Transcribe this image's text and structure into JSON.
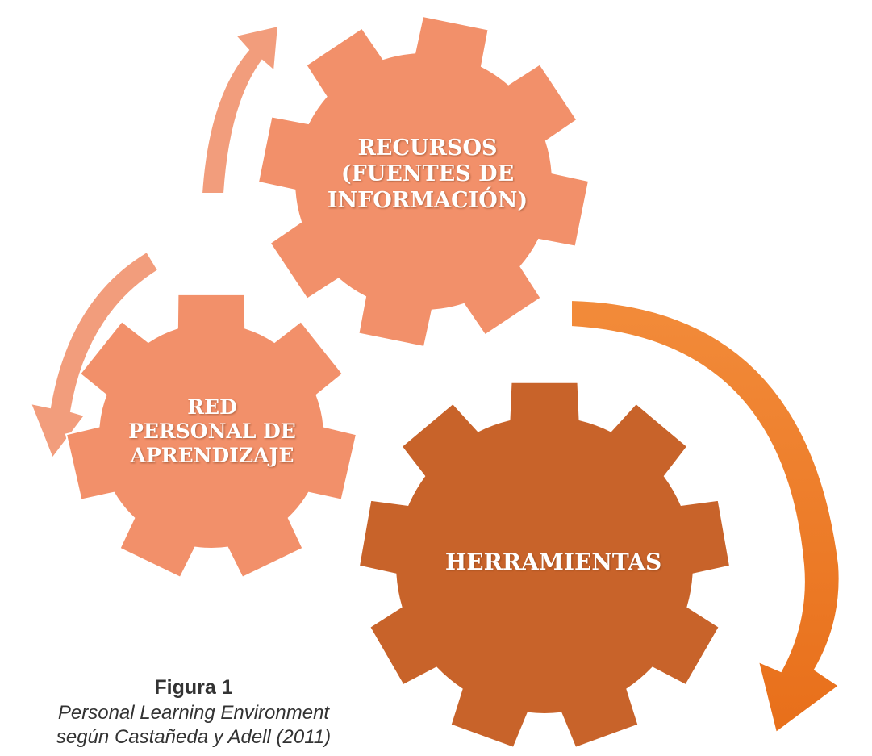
{
  "colors": {
    "light_gear": "#F2906A",
    "dark_gear": "#C8632A",
    "light_arrow": "#F29D7C",
    "orange_arrow": "#EE7A24",
    "label_text": "#FFFFFF",
    "caption_text": "#333333"
  },
  "gears": {
    "recursos": {
      "lines": [
        "RECURSOS",
        "(FUENTES DE",
        "INFORMACIÓN)"
      ]
    },
    "red": {
      "lines": [
        "RED",
        "PERSONAL DE",
        "APRENDIZAJE"
      ]
    },
    "herramientas": {
      "lines": [
        "HERRAMIENTAS"
      ]
    }
  },
  "arrows": {
    "top_left": "curved-arrow-up",
    "left": "curved-arrow-down",
    "right": "curved-arrow-down"
  },
  "caption": {
    "title": "Figura 1",
    "line1": "Personal Learning Environment",
    "line2": "según Castañeda y Adell (2011)"
  }
}
